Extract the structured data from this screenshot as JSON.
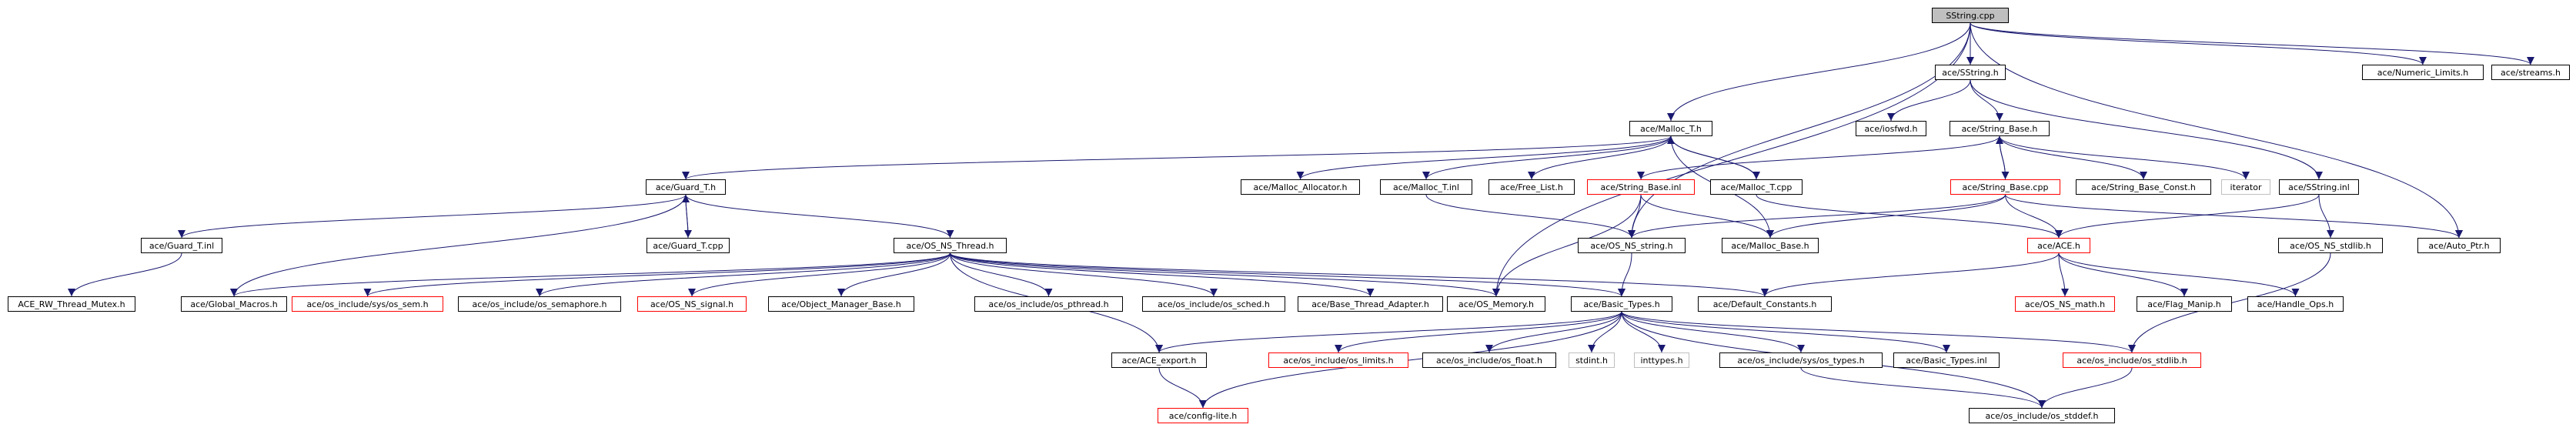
{
  "colors": {
    "edge": "#191970",
    "node_border": "#000000",
    "node_border_truncated": "#ff0000",
    "node_border_undocumented": "#bfbfbf",
    "root_fill": "#bfbfbf"
  },
  "nodes": [
    {
      "id": "sstring_cpp",
      "label": "SString.cpp"
    },
    {
      "id": "ace_sstring_h",
      "label": "ace/SString.h"
    },
    {
      "id": "numeric_limits",
      "label": "ace/Numeric_Limits.h"
    },
    {
      "id": "streams",
      "label": "ace/streams.h"
    },
    {
      "id": "malloc_t_h",
      "label": "ace/Malloc_T.h"
    },
    {
      "id": "iosfwd",
      "label": "ace/iosfwd.h"
    },
    {
      "id": "string_base_h",
      "label": "ace/String_Base.h"
    },
    {
      "id": "guard_t_h",
      "label": "ace/Guard_T.h"
    },
    {
      "id": "malloc_allocator",
      "label": "ace/Malloc_Allocator.h"
    },
    {
      "id": "malloc_t_inl",
      "label": "ace/Malloc_T.inl"
    },
    {
      "id": "free_list",
      "label": "ace/Free_List.h"
    },
    {
      "id": "string_base_inl",
      "label": "ace/String_Base.inl"
    },
    {
      "id": "malloc_t_cpp",
      "label": "ace/Malloc_T.cpp"
    },
    {
      "id": "string_base_cpp",
      "label": "ace/String_Base.cpp"
    },
    {
      "id": "string_base_const",
      "label": "ace/String_Base_Const.h"
    },
    {
      "id": "iterator",
      "label": "iterator"
    },
    {
      "id": "sstring_inl",
      "label": "ace/SString.inl"
    },
    {
      "id": "guard_t_inl",
      "label": "ace/Guard_T.inl"
    },
    {
      "id": "guard_t_cpp",
      "label": "ace/Guard_T.cpp"
    },
    {
      "id": "os_ns_thread",
      "label": "ace/OS_NS_Thread.h"
    },
    {
      "id": "os_ns_string",
      "label": "ace/OS_NS_string.h"
    },
    {
      "id": "malloc_base",
      "label": "ace/Malloc_Base.h"
    },
    {
      "id": "ace_h",
      "label": "ace/ACE.h"
    },
    {
      "id": "os_ns_stdlib",
      "label": "ace/OS_NS_stdlib.h"
    },
    {
      "id": "auto_ptr",
      "label": "ace/Auto_Ptr.h"
    },
    {
      "id": "rw_thread_mutex",
      "label": "ACE_RW_Thread_Mutex.h"
    },
    {
      "id": "global_macros",
      "label": "ace/Global_Macros.h"
    },
    {
      "id": "os_sem",
      "label": "ace/os_include/sys/os_sem.h"
    },
    {
      "id": "os_semaphore",
      "label": "ace/os_include/os_semaphore.h"
    },
    {
      "id": "os_ns_signal",
      "label": "ace/OS_NS_signal.h"
    },
    {
      "id": "object_manager_base",
      "label": "ace/Object_Manager_Base.h"
    },
    {
      "id": "os_pthread",
      "label": "ace/os_include/os_pthread.h"
    },
    {
      "id": "os_sched",
      "label": "ace/os_include/os_sched.h"
    },
    {
      "id": "base_thread_adapter",
      "label": "ace/Base_Thread_Adapter.h"
    },
    {
      "id": "os_memory",
      "label": "ace/OS_Memory.h"
    },
    {
      "id": "basic_types_h",
      "label": "ace/Basic_Types.h"
    },
    {
      "id": "default_constants",
      "label": "ace/Default_Constants.h"
    },
    {
      "id": "os_ns_math",
      "label": "ace/OS_NS_math.h"
    },
    {
      "id": "flag_manip",
      "label": "ace/Flag_Manip.h"
    },
    {
      "id": "handle_ops",
      "label": "ace/Handle_Ops.h"
    },
    {
      "id": "ace_export",
      "label": "ace/ACE_export.h"
    },
    {
      "id": "os_limits",
      "label": "ace/os_include/os_limits.h"
    },
    {
      "id": "os_float",
      "label": "ace/os_include/os_float.h"
    },
    {
      "id": "stdint",
      "label": "stdint.h"
    },
    {
      "id": "inttypes",
      "label": "inttypes.h"
    },
    {
      "id": "os_types",
      "label": "ace/os_include/sys/os_types.h"
    },
    {
      "id": "basic_types_inl",
      "label": "ace/Basic_Types.inl"
    },
    {
      "id": "os_stdlib",
      "label": "ace/os_include/os_stdlib.h"
    },
    {
      "id": "config_lite",
      "label": "ace/config-lite.h"
    },
    {
      "id": "os_stddef",
      "label": "ace/os_include/os_stddef.h"
    }
  ]
}
